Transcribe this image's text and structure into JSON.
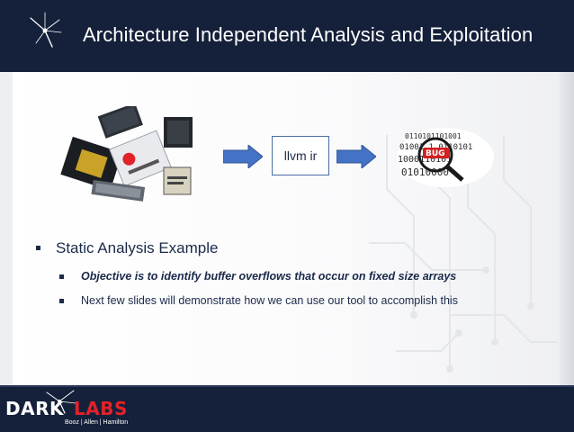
{
  "header": {
    "title": "Architecture Independent Analysis and Exploitation"
  },
  "diagram": {
    "ir_label": "llvm ir",
    "chips_icon": "processor-chips-icon",
    "bug_icon": "binary-bug-magnifier-icon"
  },
  "bullets": {
    "main": "Static Analysis Example",
    "sub": [
      "Objective is to identify buffer overflows that occur on fixed size arrays",
      "Next few slides will demonstrate how we can use our tool to accomplish this"
    ]
  },
  "footer": {
    "logo_dark": "DARK",
    "logo_labs": "LABS",
    "logo_sub": "Booz | Allen | Hamilton"
  },
  "colors": {
    "header_bg": "#15213a",
    "arrow_blue": "#4472c4",
    "brand_red": "#e2222a"
  }
}
